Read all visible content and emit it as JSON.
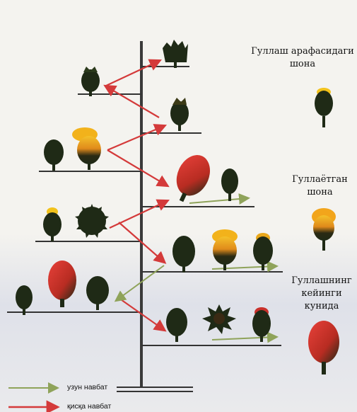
{
  "labels": {
    "pre_flowering": [
      "Гуллаш арафасидаги",
      "шона"
    ],
    "flowering": [
      "Гуллаётган",
      "шона"
    ],
    "post_flowering": [
      "Гуллашнинг",
      "кейинги",
      "кунида"
    ]
  },
  "legend": {
    "long_day": "узун навбат",
    "short_day": "қисқа навбат"
  },
  "colors": {
    "long_day_arrow": "#8fa35a",
    "short_day_arrow": "#d43a3a",
    "axis": "#3a3a3a",
    "bud_dark": "#1f2a16",
    "flower_yellow": "#f2c21b",
    "flower_red": "#d9322a"
  }
}
